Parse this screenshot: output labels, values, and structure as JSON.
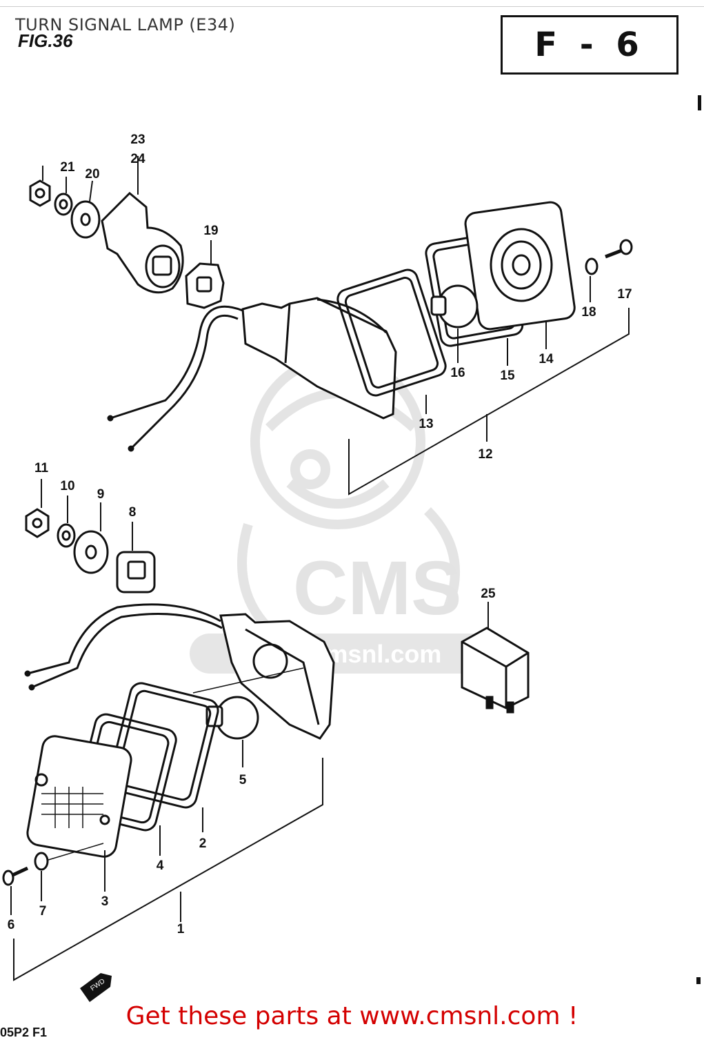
{
  "header": {
    "title": "TURN SIGNAL LAMP (E34)",
    "fig_label": "FIG.36",
    "section_code": "F - 6"
  },
  "watermark": {
    "brand": "CMS",
    "url": "www.cmsnl.com",
    "color": "#e3e3e3"
  },
  "callouts": {
    "c1": "1",
    "c2": "2",
    "c3": "3",
    "c4": "4",
    "c5": "5",
    "c6": "6",
    "c7": "7",
    "c8": "8",
    "c9": "9",
    "c10": "10",
    "c11": "11",
    "c12": "12",
    "c13": "13",
    "c14": "14",
    "c15": "15",
    "c16": "16",
    "c17": "17",
    "c18": "18",
    "c19": "19",
    "c20": "20",
    "c21": "21",
    "c23": "23",
    "c24": "24",
    "c25": "25"
  },
  "fwd_marker": "FWD",
  "footer": {
    "cta": "Get these parts at www.cmsnl.com !",
    "cta_color": "#d40000",
    "page_code": "05P2 F1"
  }
}
